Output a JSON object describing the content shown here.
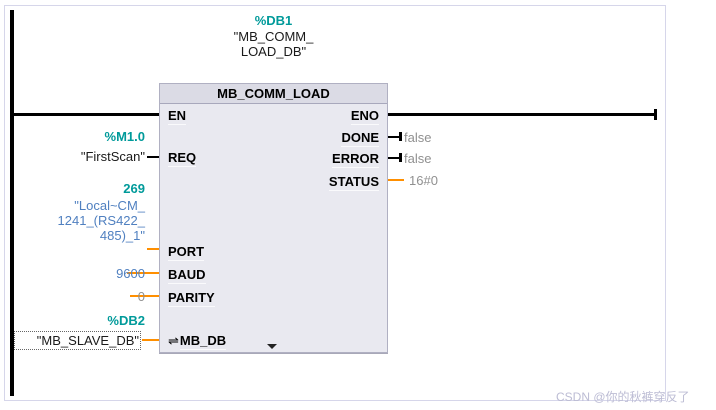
{
  "block": {
    "db_address": "%DB1",
    "db_name_line1": "\"MB_COMM_",
    "db_name_line2": "LOAD_DB\"",
    "title": "MB_COMM_LOAD",
    "inputs": [
      {
        "label": "EN"
      },
      {
        "label": "REQ"
      },
      {
        "label": "PORT"
      },
      {
        "label": "BAUD"
      },
      {
        "label": "PARITY"
      },
      {
        "label": "MB_DB",
        "inout_icon": "⇌"
      }
    ],
    "outputs": [
      {
        "label": "ENO",
        "value": ""
      },
      {
        "label": "DONE",
        "value": "false"
      },
      {
        "label": "ERROR",
        "value": "false"
      },
      {
        "label": "STATUS",
        "value": "16#0"
      }
    ]
  },
  "operands": {
    "req_address": "%M1.0",
    "req_name": "\"FirstScan\"",
    "port_address": "269",
    "port_name_line1": "\"Local~CM_",
    "port_name_line2": "1241_(RS422_",
    "port_name_line3": "485)_1\"",
    "baud_value": "9600",
    "parity_value": "0",
    "mbdb_address": "%DB2",
    "mbdb_name": "\"MB_SLAVE_DB\""
  },
  "watermark": "CSDN @你的秋裤穿反了",
  "colors": {
    "address_teal": "#009a9a",
    "operand_blue": "#5080c0",
    "value_gray": "#909090",
    "connection_orange": "#ff8f00",
    "block_body": "#e9e9f0",
    "block_header": "#dbdbe5",
    "frame": "#d6d6ea"
  }
}
